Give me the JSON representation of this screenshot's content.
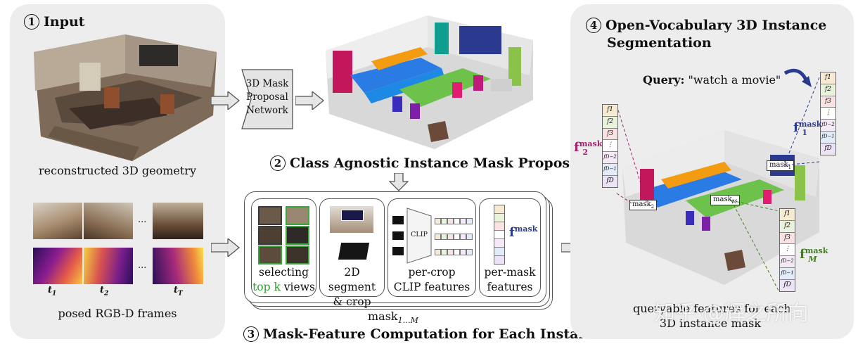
{
  "sections": {
    "input": {
      "num": "1",
      "title": "Input"
    },
    "proposals": {
      "num": "2",
      "title": "Class Agnostic Instance Mask Proposals"
    },
    "feature": {
      "num": "3",
      "title": "Mask-Feature Computation for Each Instance"
    },
    "openvocab": {
      "num": "4",
      "title_line1": "Open-Vocabulary 3D Instance",
      "title_line2": "Segmentation"
    }
  },
  "input": {
    "geometry_caption": "reconstructed 3D geometry",
    "frames_caption": "posed RGB-D frames",
    "time_labels": [
      "t",
      "t",
      "t"
    ],
    "time_subs": [
      "1",
      "2",
      "T"
    ],
    "ellipsis": "..."
  },
  "network": {
    "line1": "3D Mask",
    "line2": "Proposal",
    "line3": "Network"
  },
  "pipeline": {
    "card1_line1": "selecting",
    "card1_green": "top k",
    "card1_rest": " views",
    "card2_line1": "2D segment",
    "card2_line2": "& crop",
    "card3_line1": "per-crop",
    "card3_line2": "CLIP features",
    "card4_line1": "per-mask",
    "card4_line2": "features",
    "clip_label": "CLIP",
    "fmask": "f",
    "fmask_sup": "mask",
    "mask_range": "mask",
    "mask_range_sub": "1…M"
  },
  "query": {
    "label": "Query:",
    "text": "\"watch a movie\""
  },
  "result": {
    "caption_line1": "queryable features for each",
    "caption_line2": "3D instance mask",
    "mask_labels": [
      "mask",
      "mask",
      "mask"
    ],
    "mask_subs": [
      "1",
      "2",
      "M"
    ],
    "f1_sub": "1",
    "f2_sub": "2",
    "fM_sub": "M",
    "f_sym": "f",
    "f_sup": "mask"
  },
  "feature_vector_cells": [
    "f1",
    "f2",
    "f3",
    "⋮",
    "fD−2",
    "fD−1",
    "fD"
  ],
  "watermark": "知乎 @辉之所向",
  "colors": {
    "f1_text": "#2b3a8f",
    "f2_text": "#a3226d",
    "fM_text": "#3f7f1f",
    "green_text": "#2aa02a",
    "cell_colors": [
      "#f7ead2",
      "#e9f3dc",
      "#fbe2e2",
      "#ffffff",
      "#f6e9f7",
      "#e2ecf8",
      "#ece4f6"
    ],
    "panel_bg": "#ededed"
  }
}
